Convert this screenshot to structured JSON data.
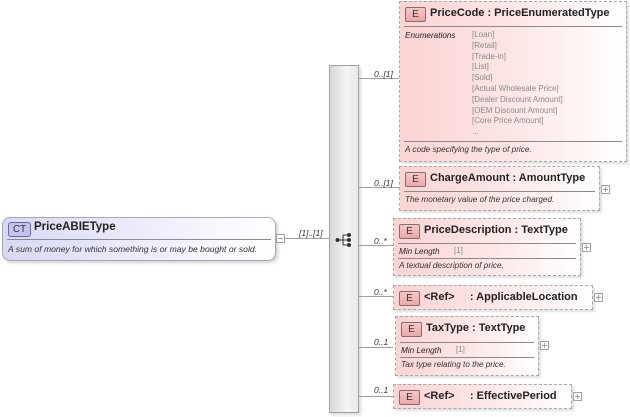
{
  "root": {
    "badge": "CT",
    "name": "PriceABIEType",
    "description": "A sum of money for which something is or may be bought or sold.",
    "cardinality": "[1]..[1]"
  },
  "compositor": {
    "type": "sequence",
    "icon": "sequence-icon"
  },
  "elements": [
    {
      "badge": "E",
      "title": "PriceCode : PriceEnumeratedType",
      "cardinality": "0..[1]",
      "facet_label": "Enumerations",
      "enumerations": [
        "[Loan]",
        "[Retail]",
        "[Trade-in]",
        "[List]",
        "[Sold]",
        "[Actual Wholesale Price]",
        "[Dealer Discount Amount]",
        "[OEM Discount Amount]",
        "[Core Price Amount]",
        "..."
      ],
      "description": "A code specifying the type of price."
    },
    {
      "badge": "E",
      "title": "ChargeAmount : AmountType",
      "cardinality": "0..[1]",
      "description": "The monetary value of the price charged.",
      "expander": "+"
    },
    {
      "badge": "E",
      "title": "PriceDescription : TextType",
      "cardinality": "0..*",
      "facet_label": "Min Length",
      "facet_value": "[1]",
      "description": "A textual description of price.",
      "expander": "+"
    },
    {
      "badge": "E",
      "title": "<Ref>     : ApplicableLocation",
      "cardinality": "0..*",
      "expander": "+"
    },
    {
      "badge": "E",
      "title": "TaxType : TextType",
      "cardinality": "0..1",
      "facet_label": "Min Length",
      "facet_value": "[1]",
      "description": "Tax type relating to the price.",
      "expander": "+"
    },
    {
      "badge": "E",
      "title": "<Ref>     : EffectivePeriod",
      "cardinality": "0..1",
      "expander": "+"
    }
  ],
  "colors": {
    "complex_type_fill": "#d8d8f4",
    "element_fill": "#fbd3d3",
    "connector": "#a0a0a0"
  }
}
